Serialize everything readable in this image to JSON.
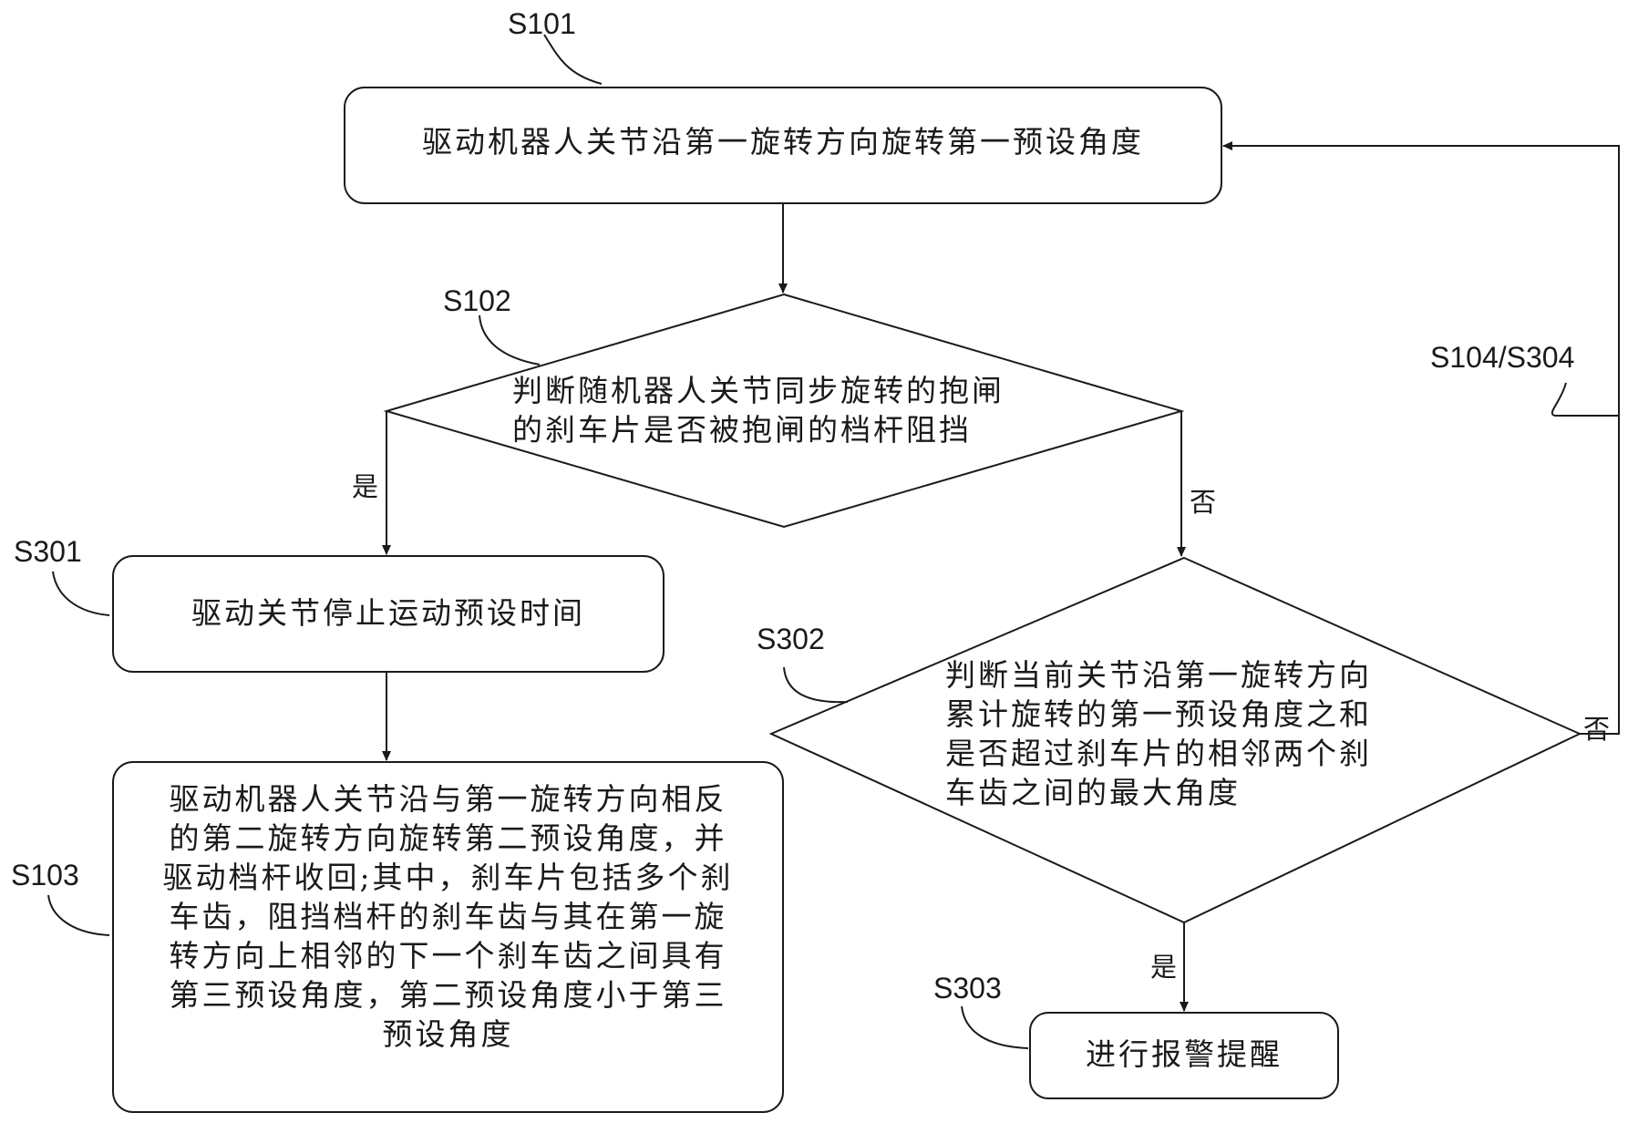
{
  "steps": {
    "s101": {
      "label": "S101",
      "text": "驱动机器人关节沿第一旋转方向旋转第一预设角度"
    },
    "s102": {
      "label": "S102",
      "text": "判断随机器人关节同步旋转的抱闸\n的刹车片是否被抱闸的档杆阻挡"
    },
    "s301": {
      "label": "S301",
      "text": "驱动关节停止运动预设时间"
    },
    "s103": {
      "label": "S103",
      "text": "驱动机器人关节沿与第一旋转方向相反\n的第二旋转方向旋转第二预设角度，并\n驱动档杆收回;其中，刹车片包括多个刹\n车齿，阻挡档杆的刹车齿与其在第一旋\n转方向上相邻的下一个刹车齿之间具有\n第三预设角度，第二预设角度小于第三\n预设角度"
    },
    "s302": {
      "label": "S302",
      "text": "判断当前关节沿第一旋转方向\n累计旋转的第一预设角度之和\n是否超过刹车片的相邻两个刹\n车齿之间的最大角度"
    },
    "s303": {
      "label": "S303",
      "text": "进行报警提醒"
    },
    "s104": {
      "label": "S104/S304"
    }
  },
  "edges": {
    "s102_yes": "是",
    "s102_no": "否",
    "s302_no": "否",
    "s302_yes": "是"
  },
  "colors": {
    "line": "#1a1a1a",
    "fill": "#ffffff"
  }
}
